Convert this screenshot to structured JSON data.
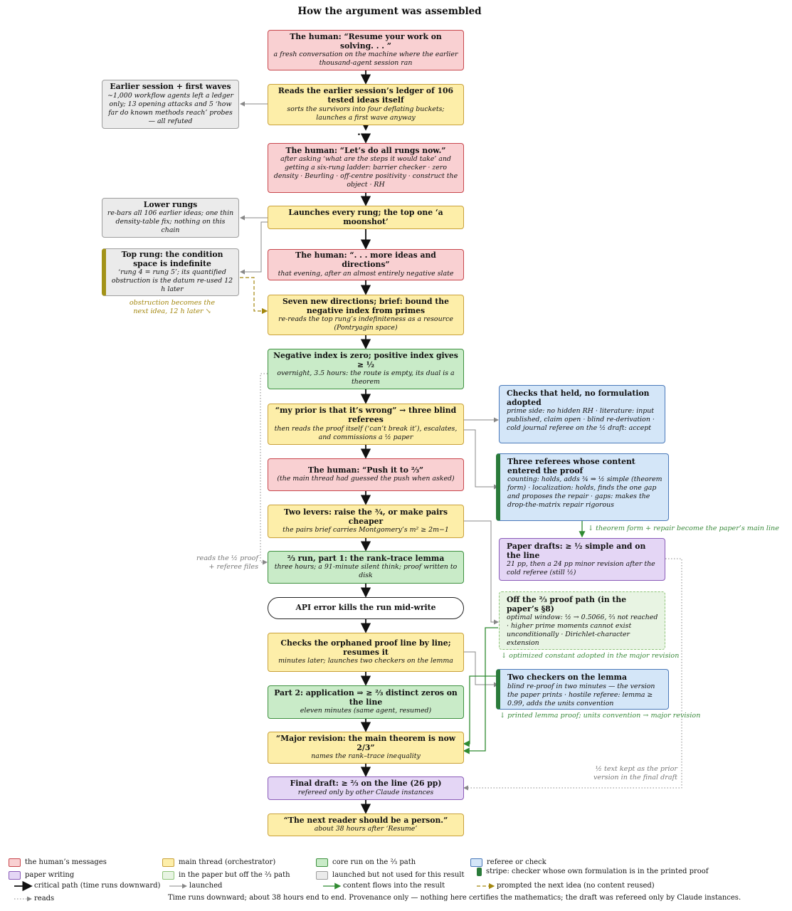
{
  "title": "How the argument was assembled",
  "boxes": {
    "resume": {
      "head": "The human: “Resume your work on solving. . . ”",
      "sub": "a fresh conversation on the machine where the earlier thousand-agent session ran"
    },
    "ledger": {
      "head": "Reads the earlier session’s ledger of 106 tested ideas itself",
      "sub": "sorts the survivors into four deflating buckets; launches a first wave anyway"
    },
    "earlier": {
      "head": "Earlier session + first waves",
      "sub": "∼1,000 workflow agents left a ledger only; 13 opening attacks and 5 ‘how far do known methods reach’ probes — all refuted"
    },
    "rungs": {
      "head": "The human: “Let’s do all rungs now.”",
      "sub": "after asking ‘what are the steps it would take’ and getting a six-rung ladder: barrier checker · zero density · Beurling · off-centre positivity · construct the object · RH"
    },
    "launches": {
      "head": "Launches every rung; the top one ‘a moonshot’",
      "sub": ""
    },
    "lower": {
      "head": "Lower rungs",
      "sub": "re-bars all 106 earlier ideas; one thin density-table fix; nothing on this chain"
    },
    "top": {
      "head": "Top rung: the condition space is indefinite",
      "sub": "‘rung 4 = rung 5’; its quantified obstruction is the datum re-used 12 h later"
    },
    "more": {
      "head": "The human: “. . . more ideas and directions”",
      "sub": "that evening, after an almost entirely negative slate"
    },
    "seven": {
      "head": "Seven new directions; brief: bound the negative index from primes",
      "sub": "re-reads the top rung’s indefiniteness as a resource (Pontryagin space)"
    },
    "negindex": {
      "head": "Negative index is zero; positive index gives ≥ ½",
      "sub": "overnight, 3.5 hours: the route is empty, its dual is a theorem"
    },
    "prior": {
      "head": "“my prior is that it’s wrong” → three blind referees",
      "sub": "then reads the proof itself (‘can’t break it’), escalates, and commissions a ½ paper"
    },
    "held": {
      "head": "Checks that held, no formulation adopted",
      "sub": "prime side: no hidden RH · literature: input published, claim open · blind re-derivation · cold journal referee on the ½ draft: accept"
    },
    "three": {
      "head": "Three referees whose content entered the proof",
      "sub": "counting: holds, adds ¾ ⇒ ½ simple (theorem form) · localization: holds, finds the one gap and proposes the repair · gaps: makes the drop-the-matrix repair rigorous"
    },
    "push": {
      "head": "The human: “Push it to ⅔”",
      "sub": "(the main thread had guessed the push when asked)"
    },
    "levers": {
      "head": "Two levers: raise the ¾, or make pairs cheaper",
      "sub": "the pairs brief carries Montgomery’s m² ≥ 2m−1"
    },
    "drafts": {
      "head": "Paper drafts: ≥ ½ simple and on the line",
      "sub": "21 pp, then a 24 pp minor revision after the cold referee (still ½)"
    },
    "part1": {
      "head": "⅔ run, part 1: the rank–trace lemma",
      "sub": "three hours; a 91-minute silent think; proof written to disk"
    },
    "offpath": {
      "head": "Off the ⅔ proof path (in the paper’s §8)",
      "sub": "optimal window: ½ → 0.5066, ⅔ not reached · higher prime moments cannot exist unconditionally · Dirichlet-character extension"
    },
    "apierr": {
      "head": "API error kills the run mid-write",
      "sub": ""
    },
    "orphan": {
      "head": "Checks the orphaned proof line by line; resumes it",
      "sub": "minutes later; launches two checkers on the lemma"
    },
    "twochk": {
      "head": "Two checkers on the lemma",
      "sub": "blind re-proof in two minutes — the version the paper prints · hostile referee: lemma ≥ 0.99, adds the units convention"
    },
    "part2": {
      "head": "Part 2: application ⇒ ≥ ⅔ distinct zeros on the line",
      "sub": "eleven minutes (same agent, resumed)"
    },
    "major": {
      "head": "“Major revision: the main theorem is now 2/3”",
      "sub": "names the rank–trace inequality"
    },
    "final": {
      "head": "Final draft: ≥ ⅔ on the line (26 pp)",
      "sub": "refereed only by other Claude instances"
    },
    "next": {
      "head": "“The next reader should be a person.”",
      "sub": "about 38 hours after ‘Resume’"
    }
  },
  "notes": {
    "obstruction": "obstruction becomes the next idea, 12 h later ↘",
    "theorem_form": "↓ theorem form + repair become the paper’s main line",
    "reads_half": "reads the ½ proof + referee files",
    "optimized": "↓ optimized constant adopted in the major revision",
    "printed_lemma": "↓ printed lemma proof; units convention → major revision",
    "half_kept": "½ text kept as the prior version in the final draft",
    "ellipsis": "…"
  },
  "legend": {
    "red": "the human’s messages",
    "yellow": "main thread (orchestrator)",
    "green": "core run on the ⅔ path",
    "blue": "referee or check",
    "purple": "paper writing",
    "lgreen": "in the paper but off the ⅔ path",
    "gray": "launched but not used for this result",
    "stripe": "stripe: checker whose own formulation is in the printed proof",
    "critical": "critical path (time runs downward)",
    "launched": "launched",
    "content": "content flows into the result",
    "prompted": "prompted the next idea (no content reused)",
    "reads": "reads"
  },
  "footer": "Time runs downward; about 38 hours end to end. Provenance only — nothing here certifies the mathematics; the draft was refereed only by Claude instances.",
  "colors": {
    "red": "#f9d0d2",
    "yellow": "#fdeea9",
    "green": "#c9ebc8",
    "gray": "#ebebeb",
    "blue": "#d4e6f8",
    "purple": "#e4d6f5",
    "lgreen": "#e8f4e3"
  }
}
